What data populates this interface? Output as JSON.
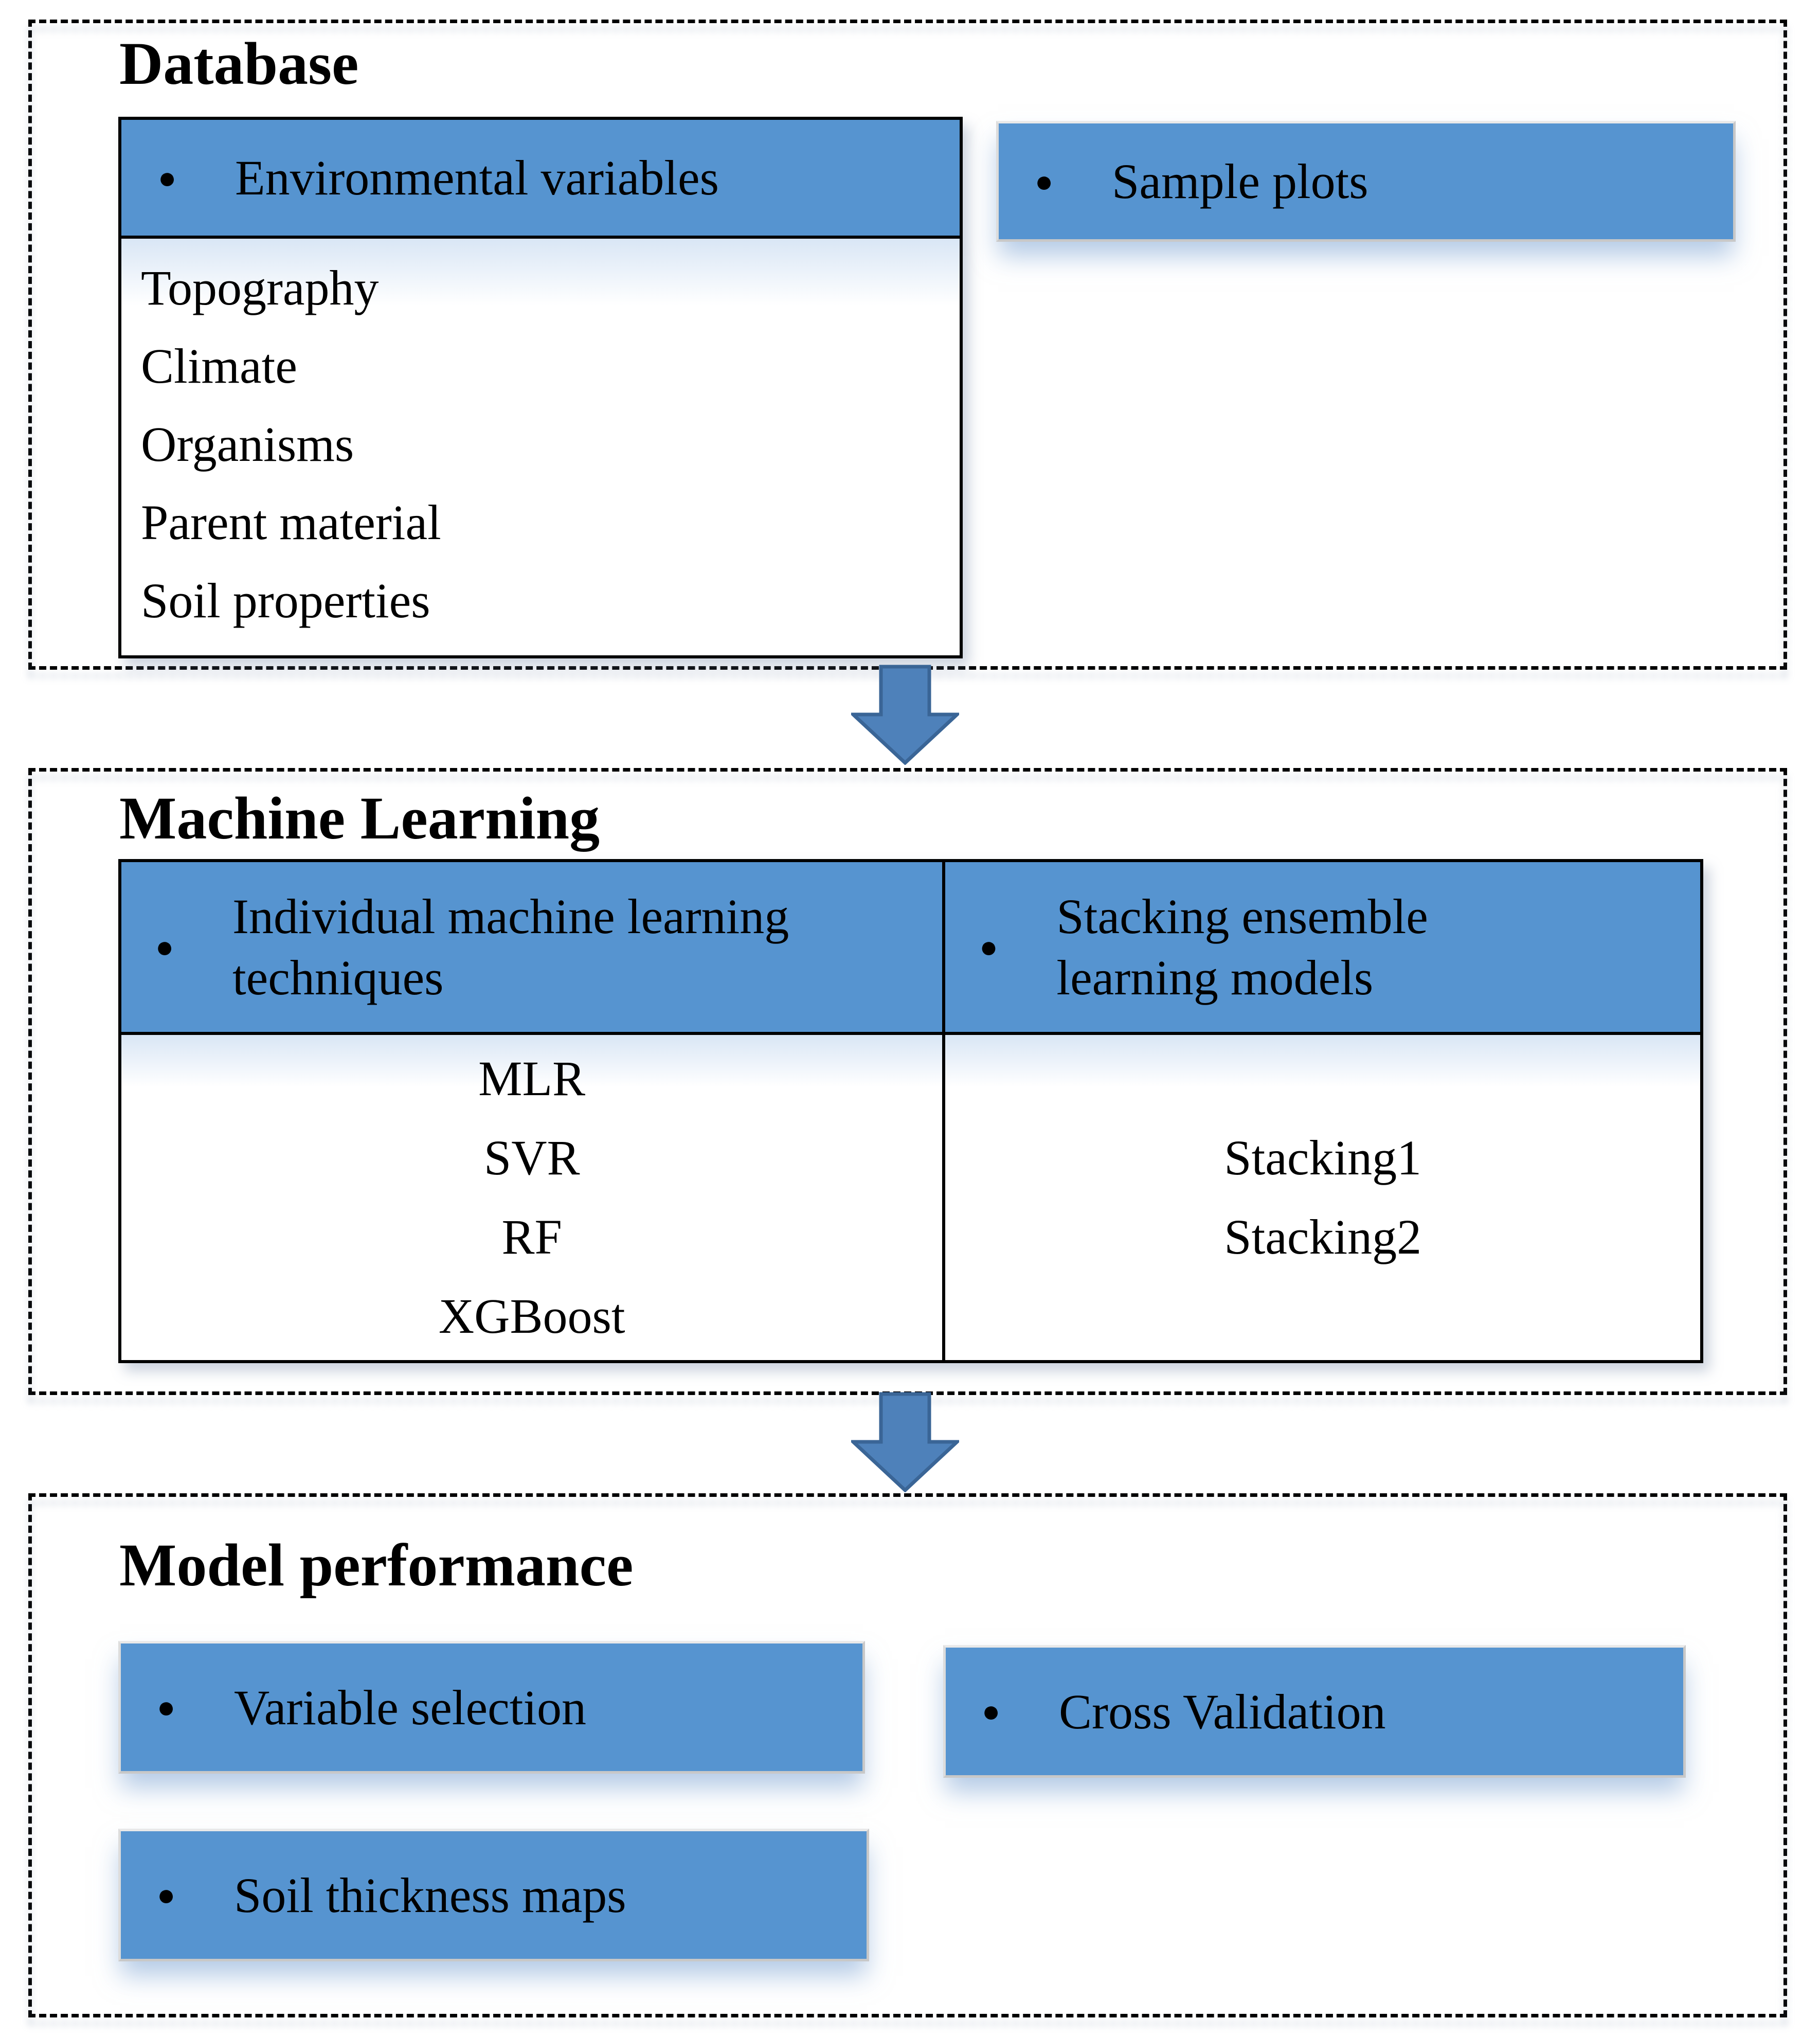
{
  "icons": {
    "bullet": "●",
    "down_arrow": "block-down-arrow"
  },
  "colors": {
    "accent_blue": "#5694d0",
    "arrow_fill": "#4e81ba",
    "arrow_border": "#3a6596"
  },
  "database": {
    "title": "Database",
    "env_header": "Environmental variables",
    "env_items": [
      "Topography",
      "Climate",
      "Organisms",
      "Parent material",
      "Soil properties"
    ],
    "sample_plots_label": "Sample plots"
  },
  "machine_learning": {
    "title": "Machine Learning",
    "left_header": "Individual machine learning techniques",
    "left_items": [
      "MLR",
      "SVR",
      "RF",
      "XGBoost"
    ],
    "right_header": "Stacking ensemble learning models",
    "right_items": [
      "Stacking1",
      "Stacking2"
    ]
  },
  "model_performance": {
    "title": "Model performance",
    "variable_selection_label": "Variable selection",
    "cross_validation_label": "Cross Validation",
    "soil_thickness_label": "Soil thickness maps"
  }
}
